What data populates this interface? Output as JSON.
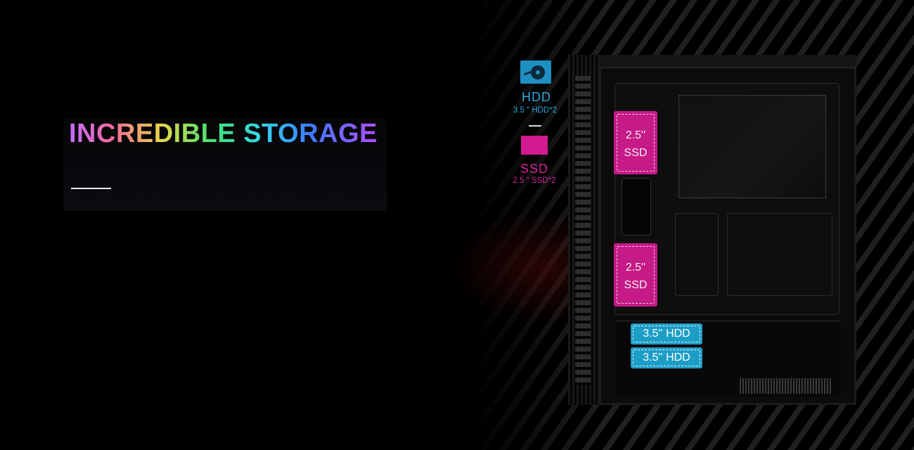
{
  "headline": {
    "title": "INCREDIBLE STORAGE"
  },
  "legend": {
    "hdd": {
      "icon": "hdd-icon",
      "label": "HDD",
      "spec": "3.5 ″  HDD*2",
      "color": "#2aa8dc"
    },
    "ssd": {
      "icon": "ssd-icon",
      "label": "SSD",
      "spec": "2.5 ″  SSD*2",
      "color": "#d6249b"
    }
  },
  "callouts": {
    "ssd_slots": [
      {
        "line1": "2.5''",
        "line2": "SSD"
      },
      {
        "line1": "2.5''",
        "line2": "SSD"
      }
    ],
    "hdd_slots": [
      {
        "label": "3.5'' HDD"
      },
      {
        "label": "3.5'' HDD"
      }
    ]
  }
}
